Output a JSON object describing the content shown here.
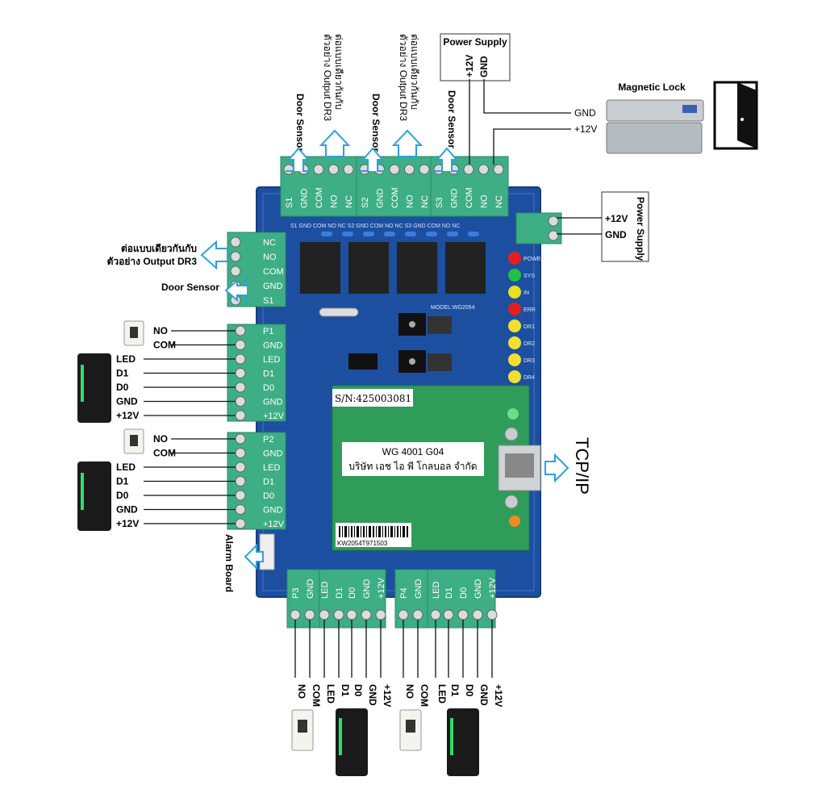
{
  "power_supply_top": {
    "title": "Power Supply",
    "pin1": "+12V",
    "pin2": "GND"
  },
  "power_supply_right": {
    "title": "Power Supply",
    "pin1": "+12V",
    "pin2": "GND"
  },
  "magnetic_lock": {
    "title": "Magnetic Lock",
    "gnd": "GND",
    "v12": "+12V"
  },
  "top_annotations": {
    "door_sensor": "Door Sensor",
    "relay_note_line1": "ต่อแบบเดียวกันกับ",
    "relay_note_line2": "ตัวอย่าง Output DR3"
  },
  "top_terminals": [
    "S1",
    "GND",
    "COM",
    "NO",
    "NC",
    "S2",
    "GND",
    "COM",
    "NO",
    "NC",
    "S3",
    "GND",
    "COM",
    "NO",
    "NC"
  ],
  "left_relay_note": {
    "line1": "ต่อแบบเดียวกันกับ",
    "line2": "ตัวอย่าง Output DR3"
  },
  "left_door_sensor": "Door Sensor",
  "left_relay_terminals": [
    "NC",
    "NO",
    "COM",
    "GND",
    "S1"
  ],
  "reader1": {
    "button": [
      "NO",
      "COM"
    ],
    "button_terminals": [
      "P1",
      "GND"
    ],
    "wires": [
      "LED",
      "D1",
      "D0",
      "GND",
      "+12V"
    ],
    "terminals": [
      "LED",
      "D1",
      "D0",
      "GND",
      "+12V"
    ]
  },
  "reader2": {
    "button": [
      "NO",
      "COM"
    ],
    "button_terminals": [
      "P2",
      "GND"
    ],
    "wires": [
      "LED",
      "D1",
      "D0",
      "GND",
      "+12V"
    ],
    "terminals": [
      "LED",
      "D1",
      "D0",
      "GND",
      "+12V"
    ]
  },
  "bottom_terminals": [
    "P3",
    "GND",
    "LED",
    "D1",
    "D0",
    "GND",
    "+12V",
    "P4",
    "GND",
    "LED",
    "D1",
    "D0",
    "GND",
    "+12V"
  ],
  "bottom_wires_left": [
    "NO",
    "COM",
    "LED",
    "D1",
    "D0",
    "GND",
    "+12V"
  ],
  "bottom_wires_right": [
    "NO",
    "COM",
    "LED",
    "D1",
    "D0",
    "GND",
    "+12V"
  ],
  "alarm_board": "Alarm Board",
  "tcpip": "TCP/IP",
  "board": {
    "serial": "S/N:425003081",
    "model": "MODEL:WG2054",
    "module_line1": "WG 4001 G04",
    "module_line2": "บริษัท เอช ไอ พี โกลบอล จำกัด",
    "barcode_text": "KW2054T971503",
    "leds": [
      "POWER",
      "SYS",
      "IN",
      "ERR",
      "DR1",
      "DR2",
      "DR3",
      "DR4"
    ],
    "led_colors": [
      "#e02020",
      "#22c040",
      "#e8e020",
      "#e02020",
      "#f0e030",
      "#f0e030",
      "#f0e030",
      "#f0e030"
    ]
  },
  "colors": {
    "board": "#1d4fa0",
    "terminal": "#3eae84",
    "arrow": "#2aa1e0"
  }
}
